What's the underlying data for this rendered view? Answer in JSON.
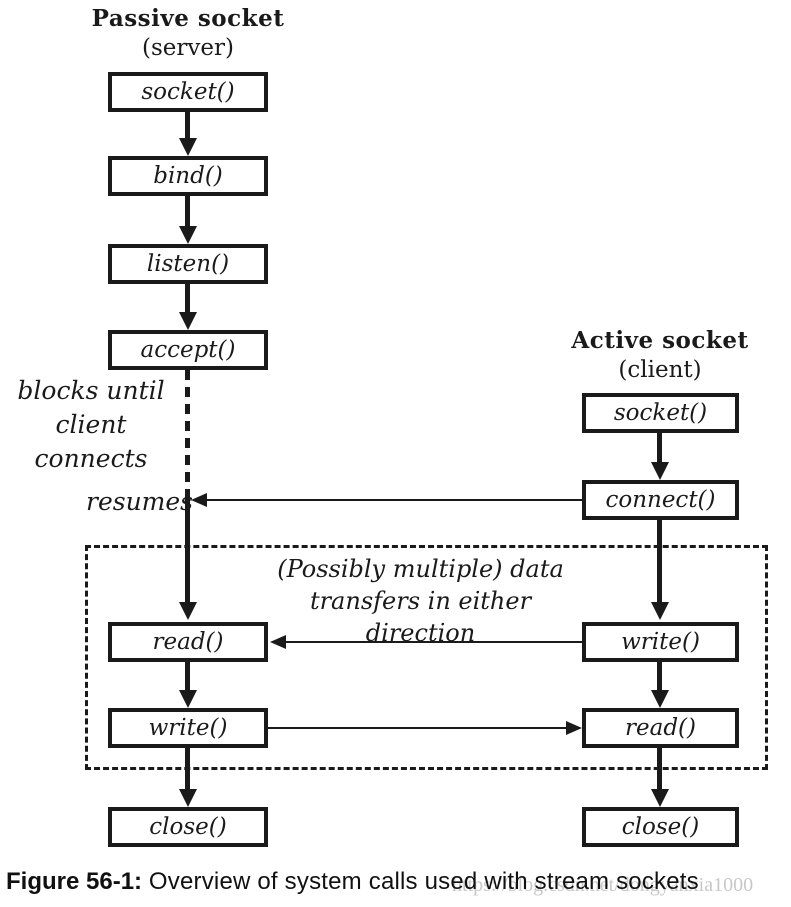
{
  "figure": {
    "passive": {
      "title": "Passive socket",
      "subtitle": "(server)",
      "calls": {
        "socket": "socket()",
        "bind": "bind()",
        "listen": "listen()",
        "accept": "accept()",
        "read": "read()",
        "write": "write()",
        "close": "close()"
      }
    },
    "active": {
      "title": "Active socket",
      "subtitle": "(client)",
      "calls": {
        "socket": "socket()",
        "connect": "connect()",
        "write": "write()",
        "read": "read()",
        "close": "close()"
      }
    },
    "annotations": {
      "blocks_line1": "blocks until",
      "blocks_line2": "client connects",
      "resumes": "resumes",
      "transfers_line1": "(Possibly multiple) data",
      "transfers_line2": "transfers in either direction"
    },
    "caption": {
      "label": "Figure 56-1:",
      "text": " Overview of system calls used with stream sockets"
    },
    "watermark": "https://blog.csdn.net/dongyanxia1000",
    "colors": {
      "ink": "#1a1a1a",
      "background": "#ffffff",
      "watermark_gray": "#c8c8c8"
    }
  }
}
